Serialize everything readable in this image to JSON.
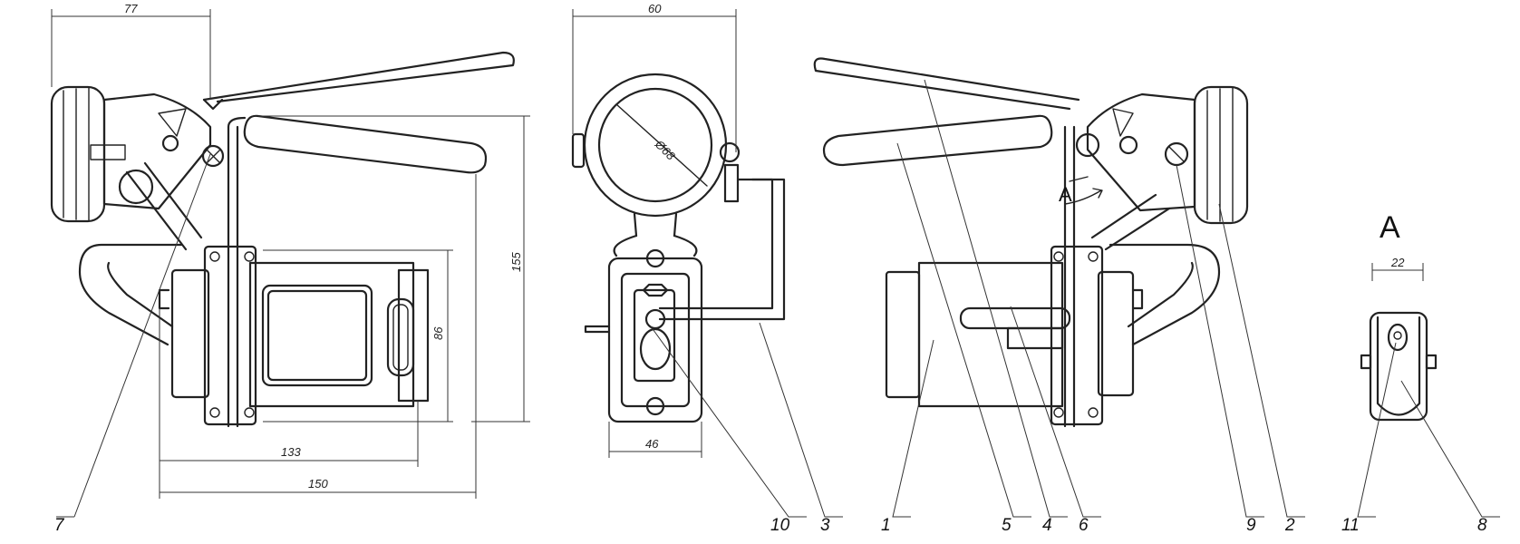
{
  "dimensions": {
    "d77": "77",
    "d60": "60",
    "d155": "155",
    "d86": "86",
    "d133": "133",
    "d150": "150",
    "d46": "46",
    "d68": "Ø68",
    "d22": "22"
  },
  "view_labels": {
    "arrow_a": "A",
    "view_a": "A"
  },
  "part_labels": {
    "p7": "7",
    "p10": "10",
    "p3": "3",
    "p1": "1",
    "p5": "5",
    "p4": "4",
    "p6": "6",
    "p9": "9",
    "p2": "2",
    "p11": "11",
    "p8": "8"
  }
}
